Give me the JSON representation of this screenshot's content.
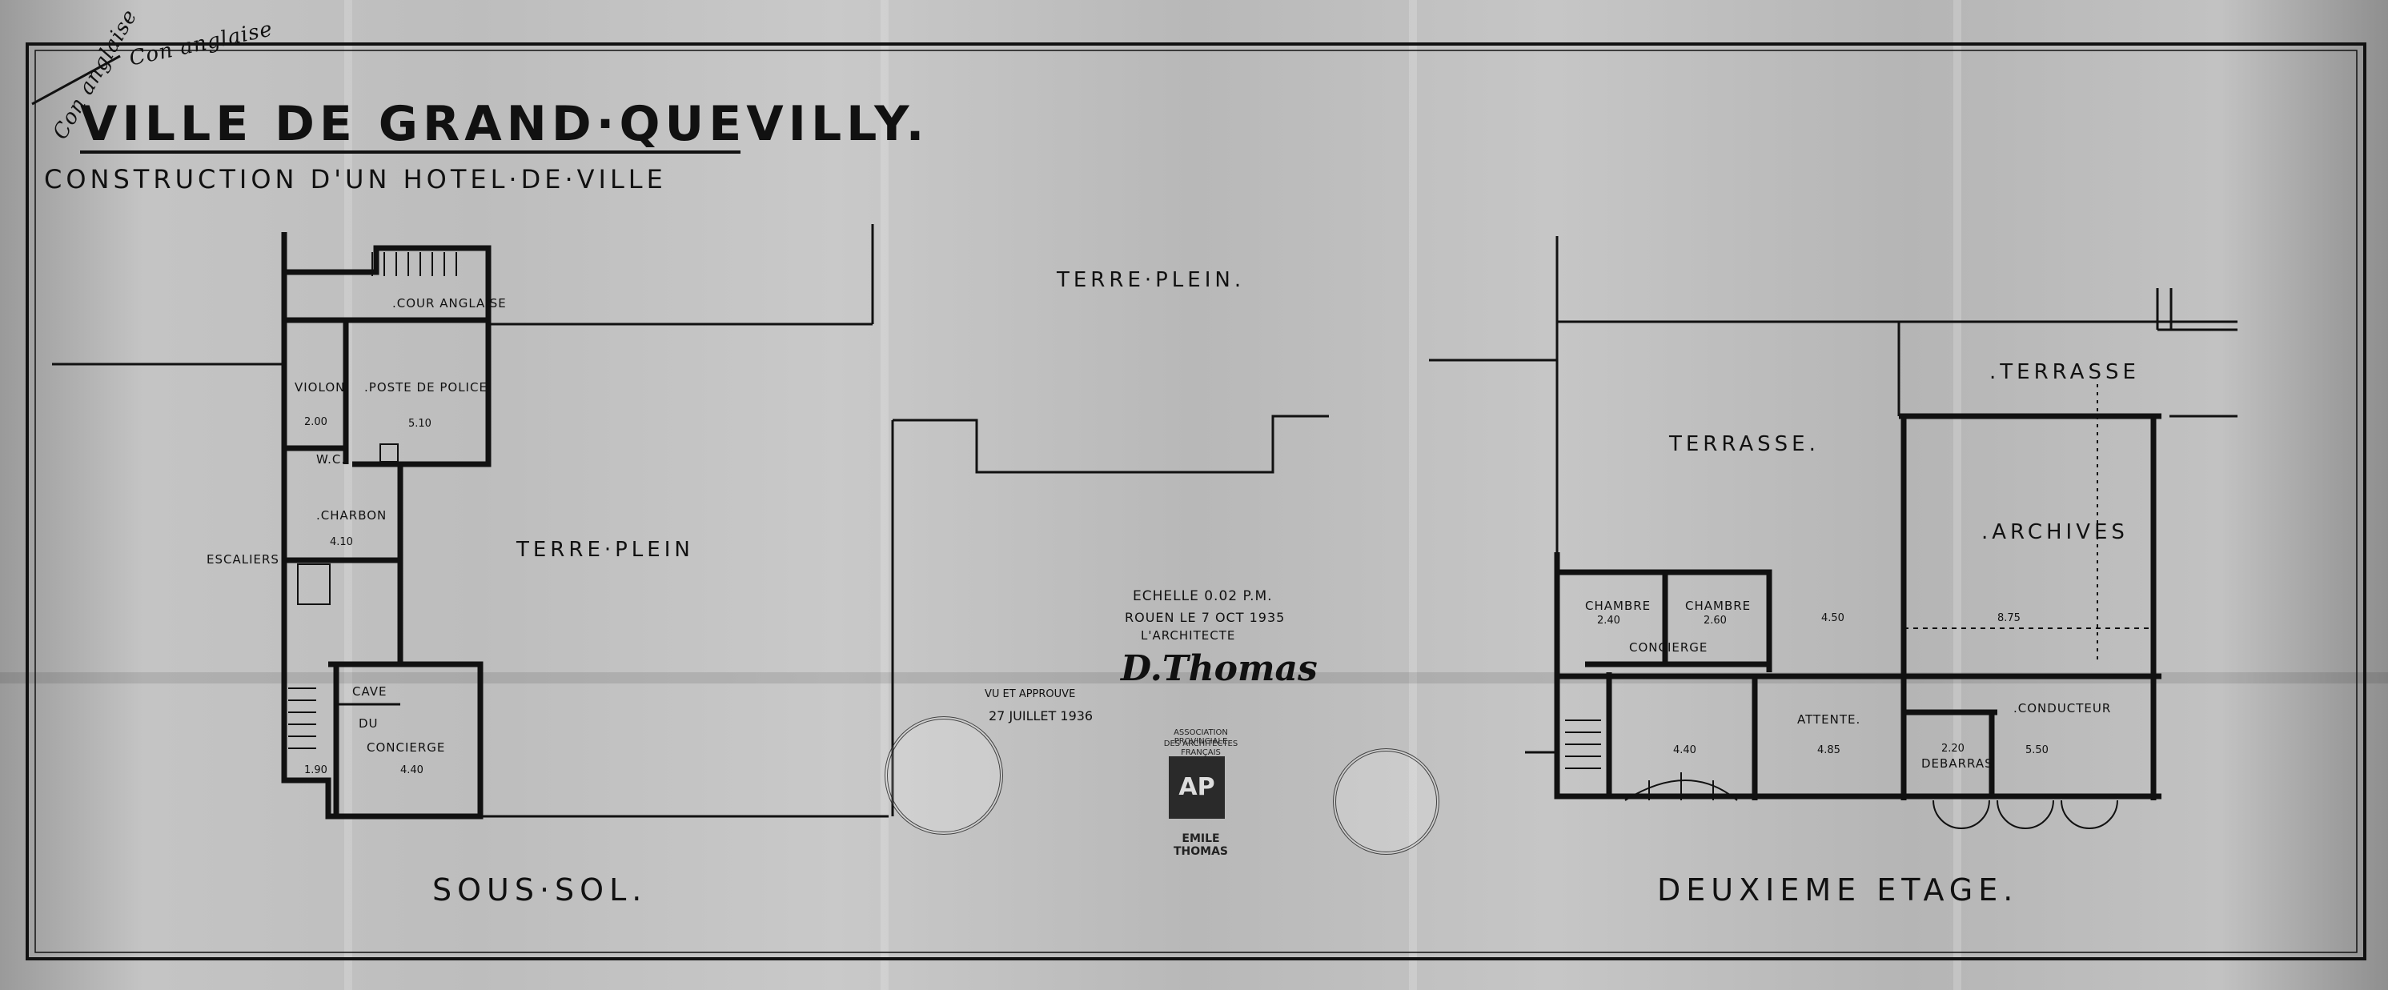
{
  "header": {
    "city": "VILLE DE GRAND·QUEVILLY.",
    "project": "CONSTRUCTION D'UN HOTEL·DE·VILLE",
    "handwritten_note": "Con anglaise"
  },
  "plans": {
    "left_caption": "SOUS·SOL.",
    "right_caption": "DEUXIEME ETAGE.",
    "terre_plein_top": "TERRE·PLEIN.",
    "terre_plein_left": "TERRE·PLEIN"
  },
  "rooms_sous_sol": {
    "cour": ".COUR ANGLAISE",
    "violon": "VIOLON",
    "poste": ".POSTE DE POLICE",
    "wc": "W.C.",
    "charbon": ".CHARBON",
    "cave_1": "CAVE",
    "cave_2": "DU",
    "cave_3": "CONCIERGE",
    "escalier": "ESCALIERS"
  },
  "rooms_deuxieme": {
    "terrasse_1": "TERRASSE.",
    "terrasse_2": ".TERRASSE",
    "archives": ".ARCHIVES",
    "chambre_1": "CHAMBRE",
    "chambre_2": "CHAMBRE",
    "concierge": "CONCIERGE",
    "attente": "ATTENTE.",
    "conducteur": ".CONDUCTEUR",
    "debarras": "DEBARRAS"
  },
  "dimensions": {
    "d200": "2.00",
    "d510": "5.10",
    "d410": "4.10",
    "d440": "4.40",
    "d190": "1.90",
    "d440b": "4.40",
    "d450": "4.50",
    "d875": "8.75",
    "d485": "4.85",
    "d550": "5.50",
    "d220": "2.20",
    "d240": "2.40",
    "d260": "2.60"
  },
  "scale_block": {
    "echelle": "ECHELLE 0.02 P.M.",
    "date": "ROUEN LE 7 OCT 1935",
    "role": "L'ARCHITECTE",
    "signature": "D.Thomas"
  },
  "stamp_text": {
    "vu": "VU ET APPROUVE",
    "date": "27 JUILLET 1936",
    "assoc_1": "ASSOCIATION PROVINCIALE",
    "assoc_2": "DES ARCHITECTES FRANÇAIS",
    "logo": "AP",
    "name": "EMILE THOMAS"
  }
}
